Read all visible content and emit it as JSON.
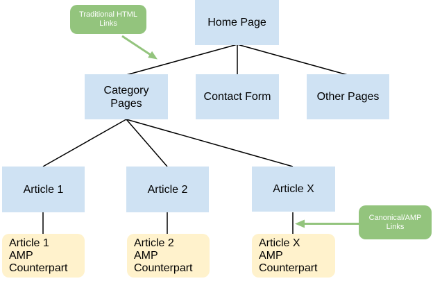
{
  "diagram": {
    "type": "site-structure-flowchart",
    "colors": {
      "page_box_fill": "#cfe2f3",
      "amp_box_fill": "#fff2cc",
      "callout_fill": "#93c47d",
      "connector_line": "#000000",
      "box_text": "#000000",
      "callout_text": "#ffffff",
      "background": "#ffffff"
    }
  },
  "nodes": {
    "home_page": {
      "label": "Home Page"
    },
    "category_pages": {
      "label": "Category\nPages"
    },
    "contact_form": {
      "label": "Contact Form"
    },
    "other_pages": {
      "label": "Other Pages"
    },
    "article_1": {
      "label": "Article 1"
    },
    "article_2": {
      "label": "Article 2"
    },
    "article_x": {
      "label": "Article X"
    },
    "article_1_amp": {
      "label": "Article 1\nAMP\nCounterpart"
    },
    "article_2_amp": {
      "label": "Article 2\nAMP\nCounterpart"
    },
    "article_x_amp": {
      "label": "Article X\nAMP\nCounterpart"
    }
  },
  "callouts": {
    "traditional": {
      "label": "Traditional HTML\nLinks"
    },
    "canonical": {
      "label": "Canonical/AMP\nLinks"
    }
  },
  "links": {
    "home_to_category": "Home Page → Category Pages",
    "home_to_contact": "Home Page → Contact Form",
    "home_to_other": "Home Page → Other Pages",
    "category_to_article_1": "Category Pages → Article 1",
    "category_to_article_2": "Category Pages → Article 2",
    "category_to_article_x": "Category Pages → Article X",
    "article_1_to_amp": "Article 1 → Article 1 AMP Counterpart",
    "article_2_to_amp": "Article 2 → Article 2 AMP Counterpart",
    "article_x_to_amp": "Article X → Article X AMP Counterpart"
  }
}
